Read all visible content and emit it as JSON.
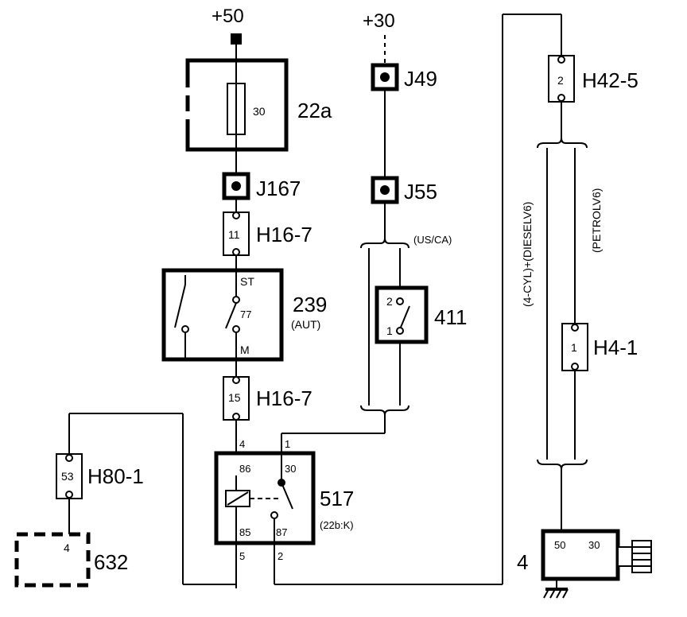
{
  "labels": {
    "plus50": "+50",
    "plus30": "+30",
    "fuse_value": "30",
    "fuse_id": "22a",
    "j167": "J167",
    "j49": "J49",
    "j55": "J55",
    "h16_top_pin": "11",
    "h16_top": "H16-7",
    "h16_bottom_pin": "15",
    "h16_bottom": "H16-7",
    "relay239_id": "239",
    "relay239_sub": "(AUT)",
    "relay239_st": "ST",
    "relay239_77": "77",
    "relay239_m": "M",
    "us_ca": "(US/CA)",
    "switch411_id": "411",
    "switch411_pin2": "2",
    "switch411_pin1": "1",
    "h42_pin": "2",
    "h42": "H42-5",
    "h4_pin": "1",
    "h4": "H4-1",
    "variant_left": "(4-CYL)+(DIESELV6)",
    "variant_right": "(PETROLV6)",
    "h80_pin": "53",
    "h80": "H80-1",
    "comp632_pin": "4",
    "comp632_id": "632",
    "relay517_id": "517",
    "relay517_sub": "(22b:K)",
    "relay517_86": "86",
    "relay517_30": "30",
    "relay517_85": "85",
    "relay517_87": "87",
    "wire_pin_4": "4",
    "wire_pin_1": "1",
    "wire_pin_5": "5",
    "wire_pin_2": "2",
    "starter_id": "4",
    "starter_50": "50",
    "starter_30": "30"
  }
}
